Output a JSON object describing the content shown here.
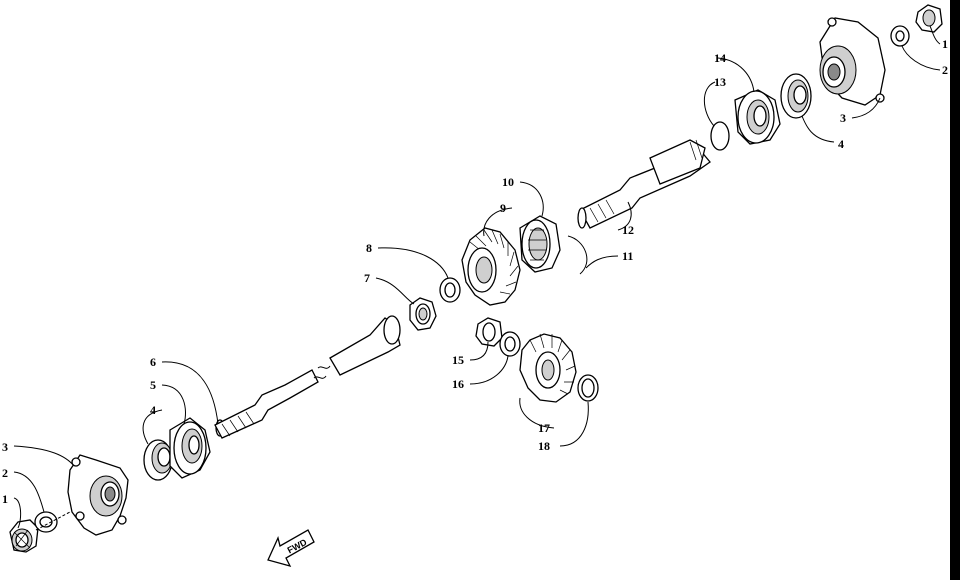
{
  "direction_label": "FWD",
  "callouts": [
    {
      "id": "c1-left",
      "text": "1"
    },
    {
      "id": "c2-left",
      "text": "2"
    },
    {
      "id": "c3-left",
      "text": "3"
    },
    {
      "id": "c4-left",
      "text": "4"
    },
    {
      "id": "c5",
      "text": "5"
    },
    {
      "id": "c6",
      "text": "6"
    },
    {
      "id": "c7",
      "text": "7"
    },
    {
      "id": "c8",
      "text": "8"
    },
    {
      "id": "c9",
      "text": "9"
    },
    {
      "id": "c10",
      "text": "10"
    },
    {
      "id": "c11",
      "text": "11"
    },
    {
      "id": "c12",
      "text": "12"
    },
    {
      "id": "c13",
      "text": "13"
    },
    {
      "id": "c14",
      "text": "14"
    },
    {
      "id": "c15",
      "text": "15"
    },
    {
      "id": "c16",
      "text": "16"
    },
    {
      "id": "c17",
      "text": "17"
    },
    {
      "id": "c18",
      "text": "18"
    },
    {
      "id": "c1-right",
      "text": "1"
    },
    {
      "id": "c2-right",
      "text": "2"
    },
    {
      "id": "c3-right",
      "text": "3"
    },
    {
      "id": "c4-right",
      "text": "4"
    }
  ]
}
